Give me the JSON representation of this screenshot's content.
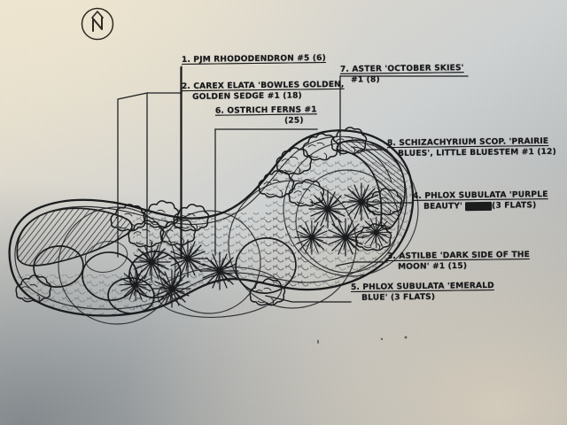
{
  "document": {
    "type": "hand-drawn garden planting plan",
    "title": "Garden Bed Planting Plan (hand sketch)",
    "orientation_marker": {
      "name": "north-arrow",
      "letter": "N",
      "symbol": "^"
    }
  },
  "plant_legend": [
    {
      "key": "1",
      "number": "1.",
      "line1": "1. PJM RHODODENDRON #5 (6)",
      "line2": "",
      "name": "PJM Rhododendron",
      "size": "#5",
      "quantity": "6"
    },
    {
      "key": "2",
      "number": "2.",
      "line1": "2. CAREX ELATA 'BOWLES GOLDEN,",
      "line2": "GOLDEN SEDGE #1 (18)",
      "name": "Carex elata 'Bowles Golden' / Golden Sedge",
      "size": "#1",
      "quantity": "18"
    },
    {
      "key": "3",
      "number": "3.",
      "line1": "3. ASTILBE 'DARK SIDE OF THE",
      "line2": "MOON' #1 (15)",
      "name": "Astilbe 'Dark Side Of The Moon'",
      "size": "#1",
      "quantity": "15"
    },
    {
      "key": "4",
      "number": "4.",
      "line1": "4. PHLOX SUBULATA 'PURPLE",
      "line2_pre": "BEAUTY' ",
      "line2_struck": "scribbled-out text",
      "line2_post": "(3 FLATS)",
      "name": "Phlox subulata 'Purple Beauty'",
      "quantity": "3 FLATS",
      "has_crossed_out_text": "true"
    },
    {
      "key": "5",
      "number": "5.",
      "line1": "5. PHLOX SUBULATA 'EMERALD",
      "line2": "BLUE' (3 FLATS)",
      "name": "Phlox subulata 'Emerald Blue'",
      "quantity": "3 FLATS"
    },
    {
      "key": "6",
      "number": "6.",
      "line1": "6. OSTRICH FERNS #1",
      "line2": "(25)",
      "name": "Ostrich Ferns",
      "size": "#1",
      "quantity": "25"
    },
    {
      "key": "7",
      "number": "7.",
      "line1": "7. ASTER 'OCTOBER SKIES'",
      "line2": "#1 (8)",
      "name": "Aster 'October Skies'",
      "size": "#1",
      "quantity": "8"
    },
    {
      "key": "8",
      "number": "8.",
      "line1": "8. SCHIZACHYRIUM SCOP. 'PRAIRIE",
      "line2": "BLUES', LITTLE BLUESTEM #1 (12)",
      "name": "Schizachyrium scoparium 'Prairie Blues' / Little Bluestem",
      "size": "#1",
      "quantity": "12"
    }
  ],
  "colors": {
    "ink": "#1b1c1e",
    "paper_warm": "#eee5cf",
    "paper_cool": "#9ea2a4",
    "paper_mid": "#cfd2d2"
  }
}
